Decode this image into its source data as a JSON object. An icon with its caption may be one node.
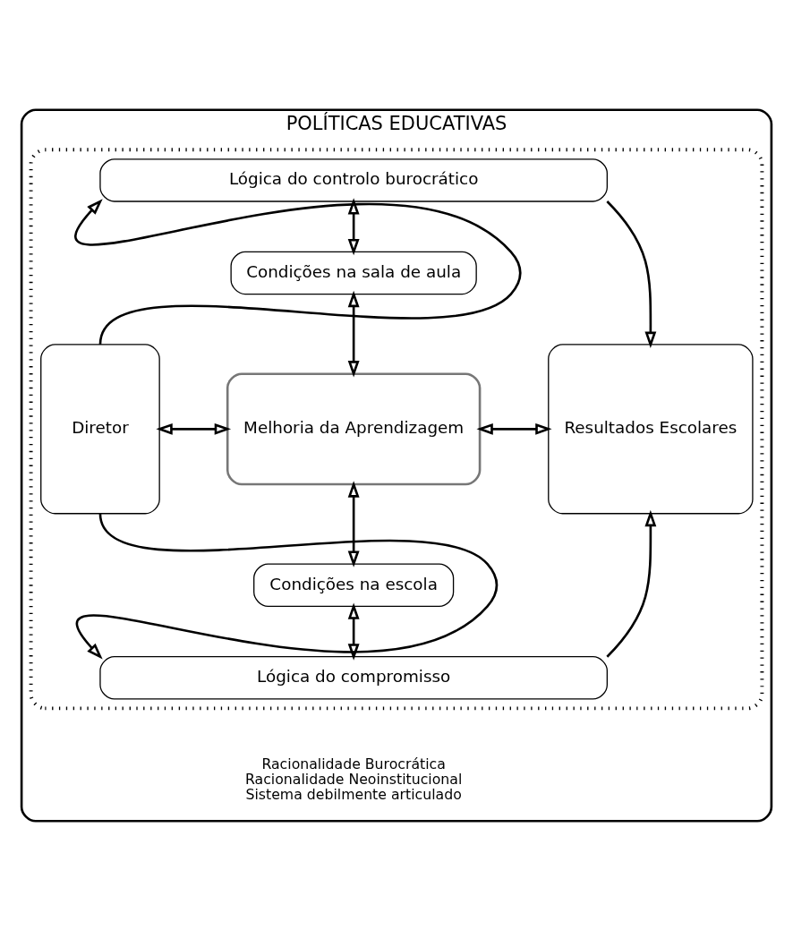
{
  "diagram": {
    "nodes": [
      {
        "text": [
          "POLÍTICAS EDUCATIVAS"
        ]
      },
      {
        "text": [],
        "shape": "box",
        "in": 0
      },
      {
        "text": [
          "Lógica do controlo burocrático"
        ],
        "in": 1
      },
      {
        "text": [
          "Condições na sala de aula"
        ],
        "in": 1
      },
      {
        "text": [
          "Diretor"
        ],
        "in": 1
      },
      {
        "text": [
          "Melhoria da Aprendizagem"
        ],
        "in": 1
      },
      {
        "text": [
          "Resultados Escolares"
        ],
        "in": 1
      },
      {
        "text": [
          "Condições na escola"
        ],
        "in": 1
      },
      {
        "text": [
          "Lógica do compromisso"
        ],
        "in": 1
      }
    ],
    "edges": [
      {
        "from": 4,
        "to": 2,
        "arrow": "to"
      },
      {
        "from": 2,
        "to": 6,
        "arrow": "to"
      },
      {
        "from": 2,
        "to": 3,
        "arrow": "both"
      },
      {
        "from": 3,
        "to": 5,
        "arrow": "both"
      },
      {
        "from": 4,
        "to": 5,
        "arrow": "both"
      },
      {
        "from": 5,
        "to": 6,
        "arrow": "both"
      },
      {
        "from": 5,
        "to": 7,
        "arrow": "both"
      },
      {
        "from": 7,
        "to": 8,
        "arrow": "both"
      },
      {
        "from": 4,
        "to": 8,
        "arrow": "to"
      },
      {
        "from": 8,
        "to": 6,
        "arrow": "to"
      }
    ],
    "labels": [
      "Racionalidade Burocrática",
      "Racionalidade Neoinstitucional",
      "Sistema debilmente articulado"
    ]
  }
}
